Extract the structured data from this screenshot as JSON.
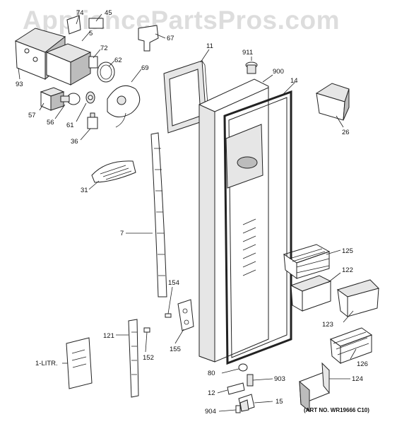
{
  "watermark": "AppliancePartsPros.com",
  "art_number": "(ART NO. WR19666 C10)",
  "callouts": {
    "c74": "74",
    "c45": "45",
    "c5": "5",
    "c67": "67",
    "c72": "72",
    "c62": "62",
    "c93": "93",
    "c69": "69",
    "c57": "57",
    "c56": "56",
    "c61": "61",
    "c36": "36",
    "c11": "11",
    "c911": "911",
    "c900": "900",
    "c14": "14",
    "c26": "26",
    "c31": "31",
    "c7": "7",
    "c125": "125",
    "c122": "122",
    "c154": "154",
    "c123": "123",
    "c121": "121",
    "c152": "152",
    "c155": "155",
    "c126": "126",
    "c1litr": "1-LITR.",
    "c80": "80",
    "c903": "903",
    "c124": "124",
    "c12": "12",
    "c15": "15",
    "c904": "904"
  }
}
